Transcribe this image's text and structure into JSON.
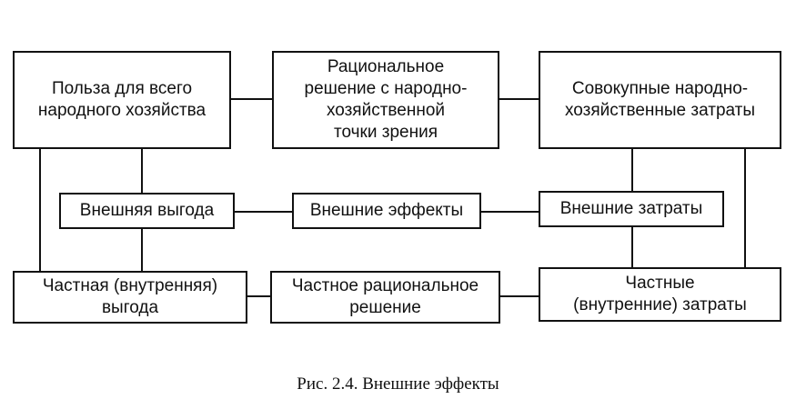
{
  "diagram": {
    "top_row": {
      "public_benefit": "Польза для всего\nнародного хозяйства",
      "rational_public_decision": "Рациональное\nрешение с народно-\nхозяйственной\nточки зрения",
      "total_public_costs": "Совокупные народно-\nхозяйственные затраты"
    },
    "middle_row": {
      "external_benefit": "Внешняя выгода",
      "external_effects": "Внешние эффекты",
      "external_costs": "Внешние затраты"
    },
    "bottom_row": {
      "private_benefit": "Частная (внутренняя)\nвыгода",
      "private_rational_decision": "Частное рациональное\nрешение",
      "private_costs": "Частные\n(внутренние) затраты"
    }
  },
  "caption": "Рис. 2.4. Внешние эффекты"
}
